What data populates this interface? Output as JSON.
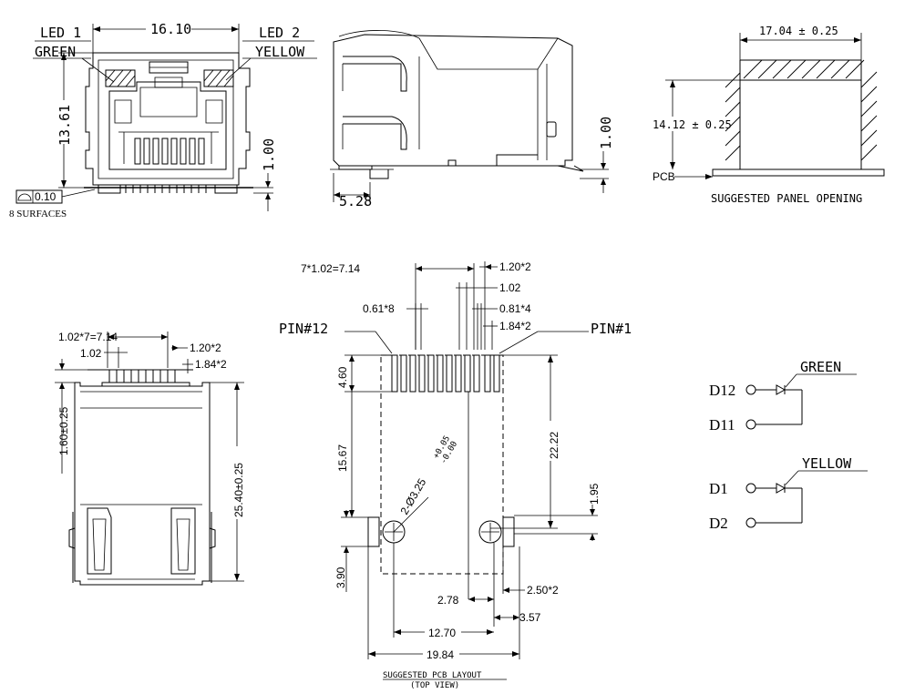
{
  "front_view": {
    "led1_label": "LED 1",
    "led1_color": "GREEN",
    "led2_label": "LED 2",
    "led2_color": "YELLOW",
    "width_dim": "16.10",
    "height_dim": "13.61",
    "pin_dim": "1.00",
    "flatness_tol": "0.10",
    "surfaces_note": "8 SURFACES"
  },
  "side_view": {
    "dim_right": "1.00",
    "dim_bottom": "5.28"
  },
  "panel_opening": {
    "width_dim": "17.04 ± 0.25",
    "height_dim": "14.12 ± 0.25",
    "pcb_label": "PCB",
    "caption": "SUGGESTED PANEL OPENING"
  },
  "bottom_view": {
    "pitch_dim": "1.02*7=7.14",
    "pin_pitch": "1.02",
    "offset_dim1": "1.20*2",
    "offset_dim2": "1.84*2",
    "pin_length": "1.60±0.25",
    "body_length": "25.40±0.25"
  },
  "pcb_layout": {
    "pitch_dim": "7*1.02=7.14",
    "offset_dim1": "1.20*2",
    "pin_pitch": "1.02",
    "hole_dia1": "0.61*8",
    "hole_dia2": "0.81*4",
    "offset_dim2": "1.84*2",
    "pin12_label": "PIN#12",
    "pin1_label": "PIN#1",
    "row_depth": "4.60",
    "vert_dim": "15.67",
    "right_vert_dim": "22.22",
    "hole_label": "2-Ø3.25",
    "hole_tol_plus": "+0.05",
    "hole_tol_minus": "-0.00",
    "small_dim_right": "1.95",
    "small_dim_left": "3.90",
    "dim_278": "2.78",
    "dim_250": "2.50*2",
    "dim_357": "3.57",
    "dim_1270": "12.70",
    "dim_1984": "19.84",
    "caption": "SUGGESTED PCB LAYOUT",
    "sub_caption": "(TOP VIEW)"
  },
  "schematic": {
    "green_label": "GREEN",
    "yellow_label": "YELLOW",
    "d12": "D12",
    "d11": "D11",
    "d1": "D1",
    "d2": "D2"
  }
}
